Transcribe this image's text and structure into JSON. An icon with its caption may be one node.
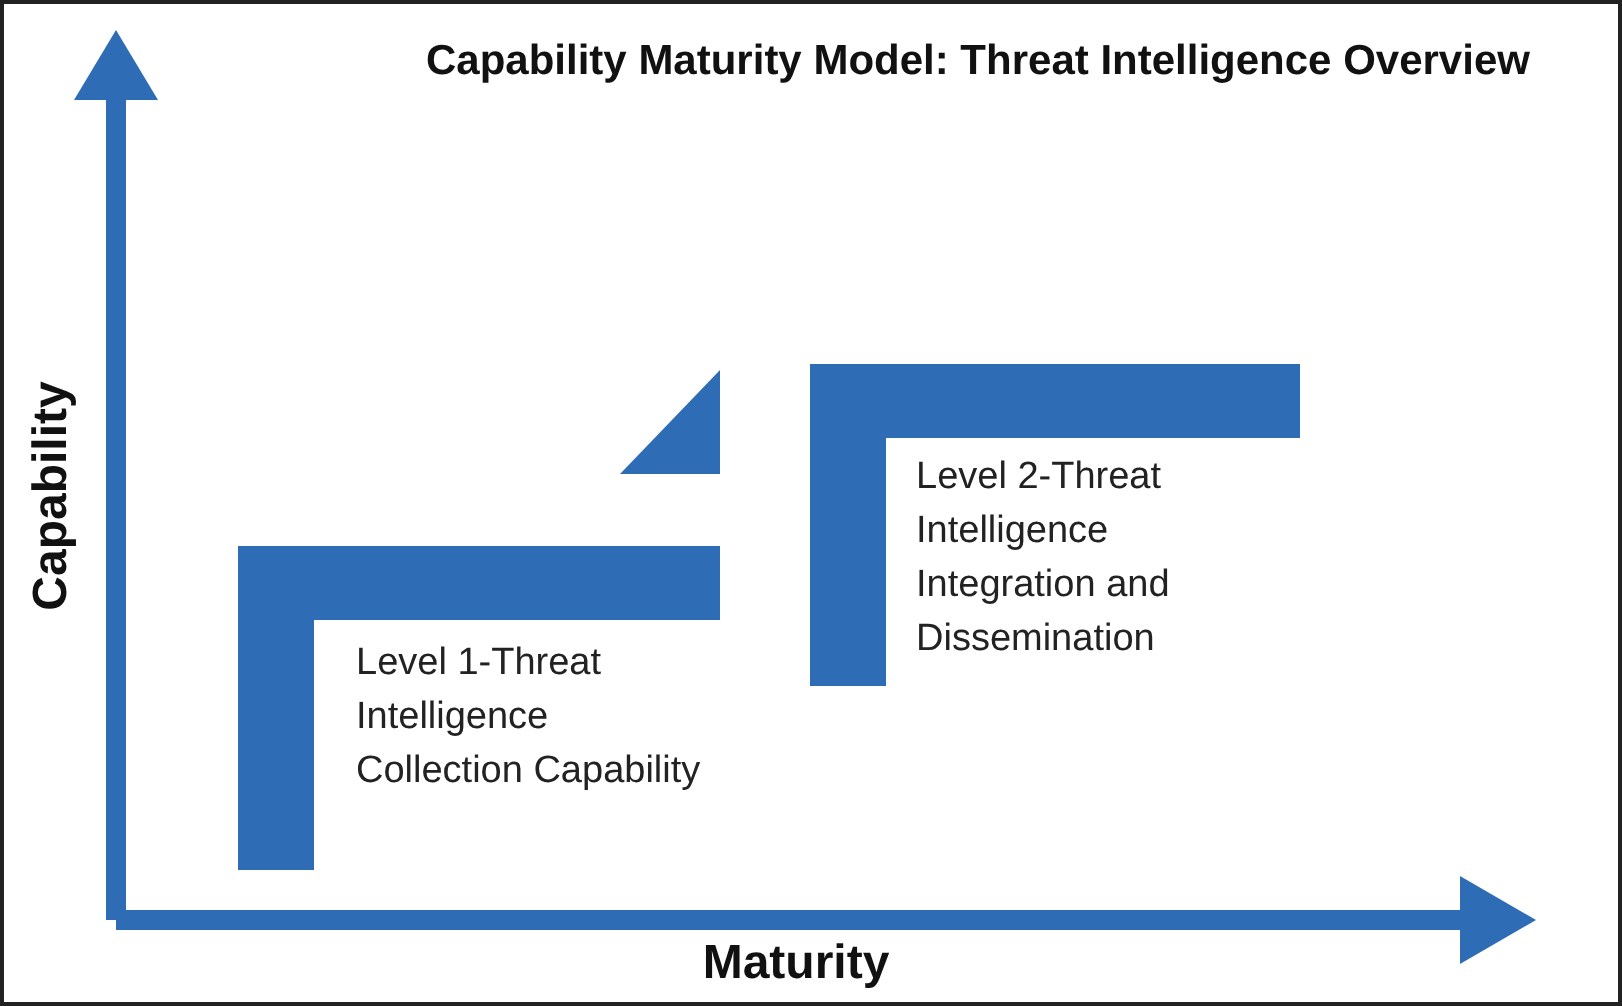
{
  "diagram": {
    "title": "Capability Maturity Model: Threat Intelligence Overview",
    "nodes": [
      {
        "text": [
          "Level 1-Threat Intelligence Collection Capability"
        ]
      },
      {
        "text": [
          "Level 2-Threat Intelligence Integration and Dissemination"
        ]
      }
    ],
    "labels": [
      "Capability",
      "Maturity"
    ]
  }
}
